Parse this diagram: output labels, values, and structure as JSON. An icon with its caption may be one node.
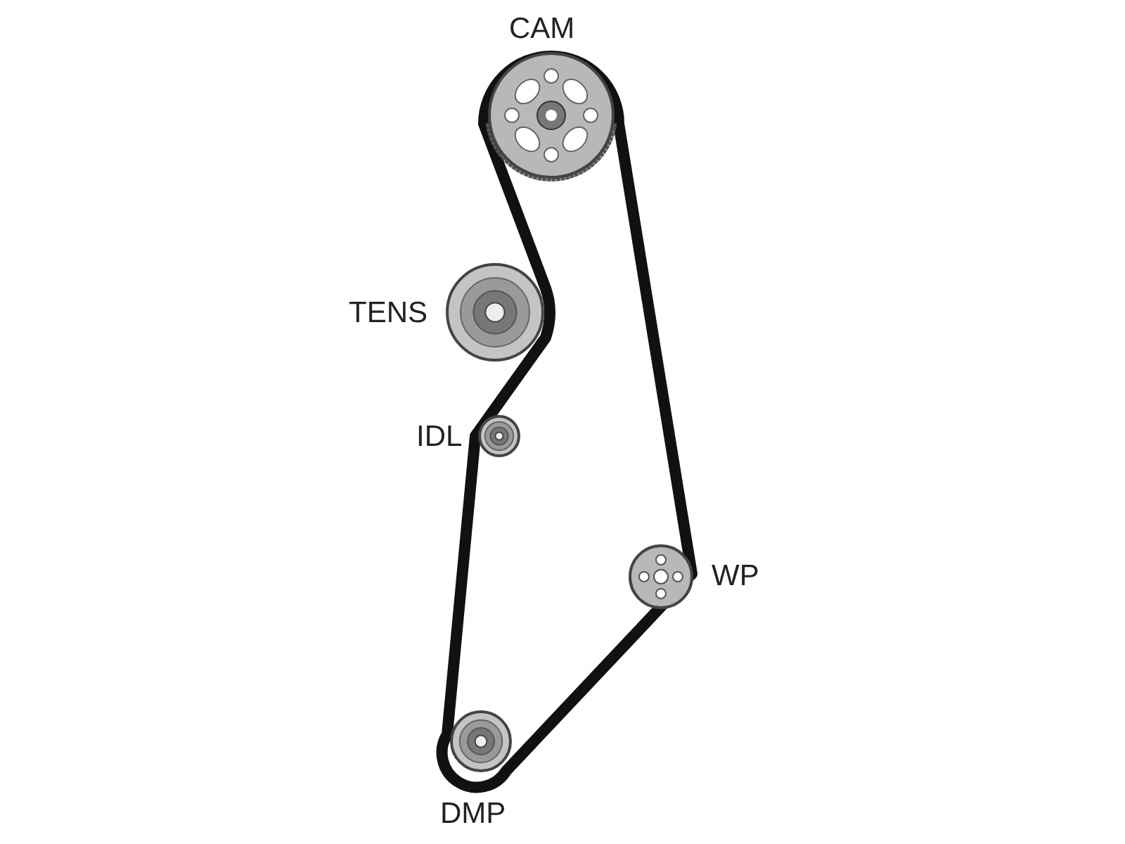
{
  "diagram": {
    "labels": [
      "CAM",
      "TENS",
      "IDL",
      "WP",
      "DMP"
    ]
  }
}
